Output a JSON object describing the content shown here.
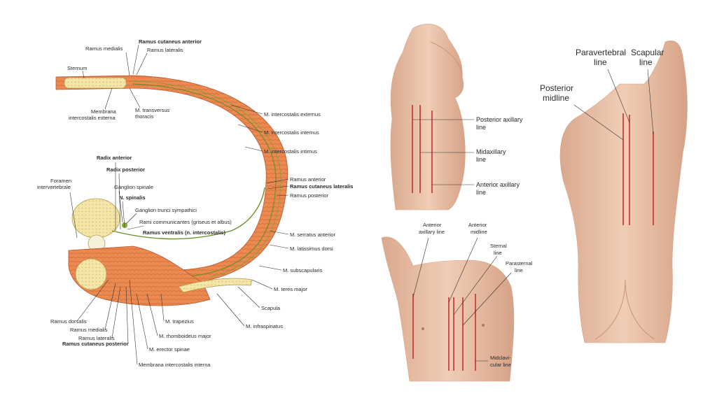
{
  "cross_section": {
    "labels": {
      "ramus_medialis_top": "Ramus medialis",
      "ramus_cutaneus_anterior": "Ramus cutaneus anterior",
      "ramus_lateralis_top": "Ramus lateralis",
      "sternum": "Sternum",
      "membrana_ic_externa_1": "Membrana",
      "membrana_ic_externa_2": "intercostalis externa",
      "m_transversus_1": "M. transversus",
      "m_transversus_2": "thoracis",
      "m_ic_externus": "M. intercostalis externus",
      "m_ic_internus": "M. intercostalis internus",
      "m_ic_intimus": "M. intercostalis intimus",
      "ramus_anterior": "Ramus anterior",
      "ramus_cutaneus_lateralis": "Ramus cutaneus lateralis",
      "ramus_posterior": "Ramus posterior",
      "radix_anterior": "Radix anterior",
      "radix_posterior": "Radix posterior",
      "foramen_1": "Foramen",
      "foramen_2": "intervertebrale",
      "ganglion_spinale": "Ganglion spinale",
      "n_spinalis": "N. spinalis",
      "ganglion_trunci": "Ganglion trunci sympathici",
      "rami_communicantes": "Rami communicantes (griseus et albus)",
      "ramus_ventralis": "Ramus ventralis (n. intercostalis)",
      "m_serratus": "M. serratus anterior",
      "m_latissimus": "M. latissimus dorsi",
      "m_subscapularis": "M. subscapularis",
      "m_teres": "M. teres major",
      "scapula": "Scapula",
      "m_infraspinatus": "M. infraspinatus",
      "m_trapezius": "M. trapezius",
      "m_rhomboideus": "M. rhomboideus major",
      "m_erector": "M. erector spinae",
      "membrana_ic_interna": "Membrana intercostalis interna",
      "ramus_dorsalis": "Ramus dorsalis",
      "ramus_medialis_bottom": "Ramus medialis",
      "ramus_lateralis_bottom": "Ramus lateralis",
      "ramus_cutaneus_posterior": "Ramus cutaneus posterior"
    }
  },
  "lateral_view": {
    "posterior_axillary_1": "Posterior axillary",
    "posterior_axillary_2": "line",
    "midaxillary_1": "Midaxillary",
    "midaxillary_2": "line",
    "anterior_axillary_1": "Anterior axillary",
    "anterior_axillary_2": "line"
  },
  "anterior_view": {
    "anterior_axillary_1": "Anterior",
    "anterior_axillary_2": "axillary line",
    "anterior_midline_1": "Anterior",
    "anterior_midline_2": "midline",
    "sternal_1": "Sternal",
    "sternal_2": "line",
    "parasternal_1": "Parasternal",
    "parasternal_2": "line",
    "midclavicular_1": "Midclavi-",
    "midclavicular_2": "cular line"
  },
  "posterior_view": {
    "paravertebral_1": "Paravertebral",
    "paravertebral_2": "line",
    "scapular_1": "Scapular",
    "scapular_2": "line",
    "posterior_midline_1": "Posterior",
    "posterior_midline_2": "midline"
  },
  "colors": {
    "muscle": "#e9834a",
    "muscle_dark": "#c95f2a",
    "bone": "#f3e3a0",
    "nerve": "#6c8f2a",
    "skin": "#eac0a6",
    "guide_line": "#c4302b"
  }
}
